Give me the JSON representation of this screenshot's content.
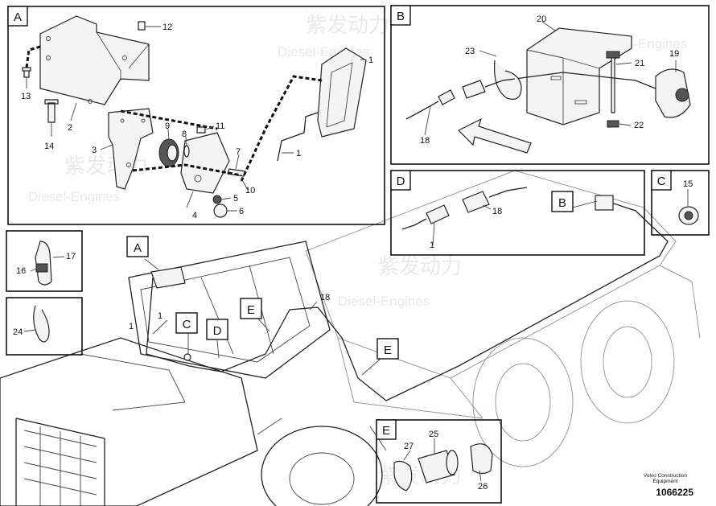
{
  "panels": {
    "a": {
      "label": "A"
    },
    "b": {
      "label": "B"
    },
    "c": {
      "label": "C"
    },
    "d": {
      "label": "D"
    },
    "e": {
      "label": "E"
    }
  },
  "callouts": {
    "a": [
      "1",
      "2",
      "3",
      "4",
      "5",
      "6",
      "7",
      "8",
      "9",
      "10",
      "11",
      "12",
      "13",
      "14",
      "1"
    ],
    "b": [
      "18",
      "19",
      "20",
      "21",
      "22",
      "23"
    ],
    "c": [
      "15"
    ],
    "d": [
      "1",
      "18"
    ],
    "e": [
      "25",
      "26",
      "27"
    ],
    "clips": [
      "16",
      "17",
      "24"
    ],
    "main": [
      "A",
      "B",
      "C",
      "D",
      "E",
      "E",
      "1",
      "1",
      "18"
    ]
  },
  "watermark": {
    "text_cn": "紫发动力",
    "text_en": "Diesel-Engines"
  },
  "footer": {
    "brand": "Volvo Construction Equipment",
    "code": "1066225"
  }
}
